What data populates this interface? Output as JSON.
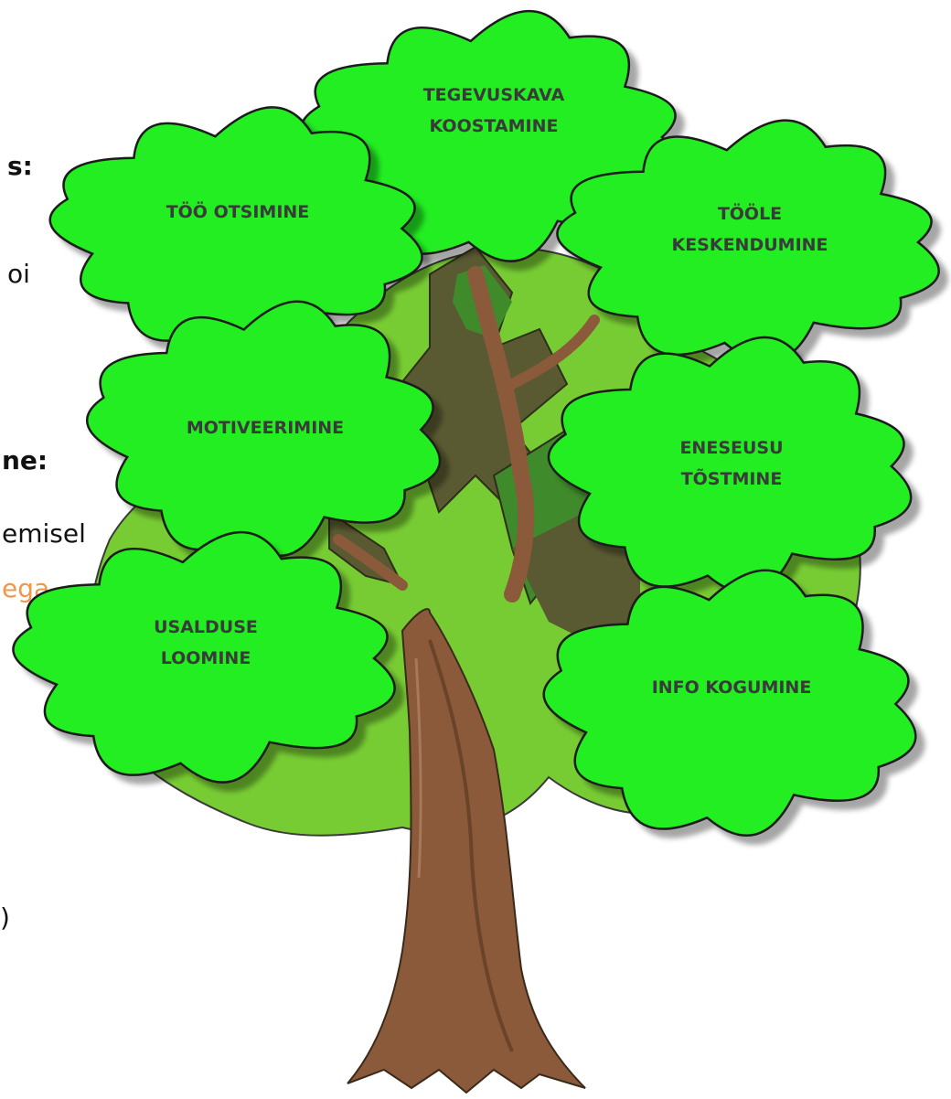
{
  "background_text": {
    "line_1": "s:",
    "line_2": "oi",
    "line_3": "ne:",
    "line_4": "emisel",
    "line_5": "ega",
    "line_6": ")"
  },
  "colors": {
    "cloud_fill": "#22ee22",
    "cloud_stroke": "#1a1a1a",
    "foliage_light": "#77cc33",
    "foliage_dark": "#3f8a2a",
    "foliage_shadow": "#5a5a32",
    "trunk": "#8a5a3a",
    "trunk_dark": "#6a4428",
    "accent_orange": "#f0974a"
  },
  "clouds": [
    {
      "id": "tegevuskava",
      "lines": [
        "TEGEVUSKAVA",
        "KOOSTAMINE"
      ]
    },
    {
      "id": "too-otsimine",
      "lines": [
        "TÖÖ OTSIMINE"
      ]
    },
    {
      "id": "toole-keskendumine",
      "lines": [
        "TÖÖLE",
        "KESKENDUMINE"
      ]
    },
    {
      "id": "motiveerimine",
      "lines": [
        "MOTIVEERIMINE"
      ]
    },
    {
      "id": "eneseusu-tostmine",
      "lines": [
        "ENESEUSU",
        "TÕSTMINE"
      ]
    },
    {
      "id": "usalduse-loomine",
      "lines": [
        "USALDUSE",
        "LOOMINE"
      ]
    },
    {
      "id": "info-kogumine",
      "lines": [
        "INFO KOGUMINE"
      ]
    }
  ]
}
